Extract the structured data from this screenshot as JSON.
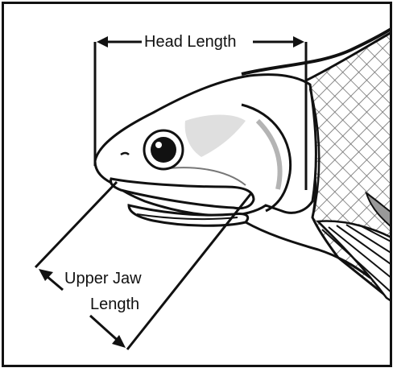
{
  "labels": {
    "head_length": "Head Length",
    "upper_jaw_line1": "Upper Jaw",
    "upper_jaw_line2": "Length"
  },
  "colors": {
    "ink": "#111111",
    "shade": "#9a9a9a",
    "background": "#ffffff"
  },
  "icons": {
    "fish": "fish-head-illustration"
  }
}
